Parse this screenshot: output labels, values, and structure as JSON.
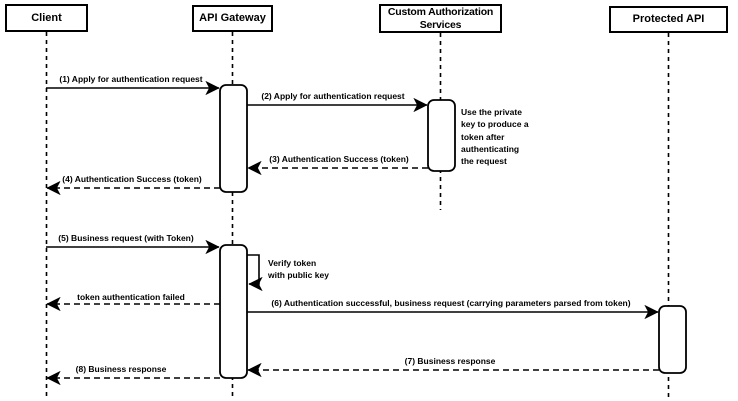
{
  "diagram": {
    "type": "uml-sequence",
    "colors": {
      "stroke": "#000000",
      "fill": "#ffffff",
      "text": "#000000"
    },
    "participants": [
      {
        "id": "client",
        "label": "Client"
      },
      {
        "id": "api-gateway",
        "label": "API Gateway"
      },
      {
        "id": "custom-authorization-services",
        "label": "Custom Authorization Services"
      },
      {
        "id": "protected-api",
        "label": "Protected API"
      }
    ],
    "messages": [
      {
        "seq": "1",
        "label": "(1) Apply for authentication request",
        "from": "Client",
        "to": "API Gateway",
        "line": "solid"
      },
      {
        "seq": "2",
        "label": "(2) Apply for authentication request",
        "from": "API Gateway",
        "to": "Custom Authorization Services",
        "line": "solid"
      },
      {
        "seq": "3",
        "label": "(3) Authentication Success (token)",
        "from": "Custom Authorization Services",
        "to": "API Gateway",
        "line": "dashed"
      },
      {
        "seq": "4",
        "label": "(4) Authentication Success (token)",
        "from": "API Gateway",
        "to": "Client",
        "line": "dashed"
      },
      {
        "seq": "5",
        "label": "(5) Business request (with Token)",
        "from": "Client",
        "to": "API Gateway",
        "line": "solid"
      },
      {
        "seq": "",
        "label": "Verify token\nwith public key",
        "from": "API Gateway",
        "to": "API Gateway",
        "line": "solid",
        "kind": "self"
      },
      {
        "seq": "",
        "label": "token authentication failed",
        "from": "API Gateway",
        "to": "Client",
        "line": "dashed"
      },
      {
        "seq": "6",
        "label": "(6) Authentication successful, business request (carrying parameters parsed from token)",
        "from": "API Gateway",
        "to": "Protected API",
        "line": "solid"
      },
      {
        "seq": "7",
        "label": "(7) Business response",
        "from": "Protected API",
        "to": "API Gateway",
        "line": "dashed"
      },
      {
        "seq": "8",
        "label": "(8) Business response",
        "from": "API Gateway",
        "to": "Client",
        "line": "dashed"
      }
    ],
    "note": {
      "text": "Use the private\nkey to produce a\ntoken after\nauthenticating\nthe request",
      "attached_to": "Custom Authorization Services"
    }
  }
}
